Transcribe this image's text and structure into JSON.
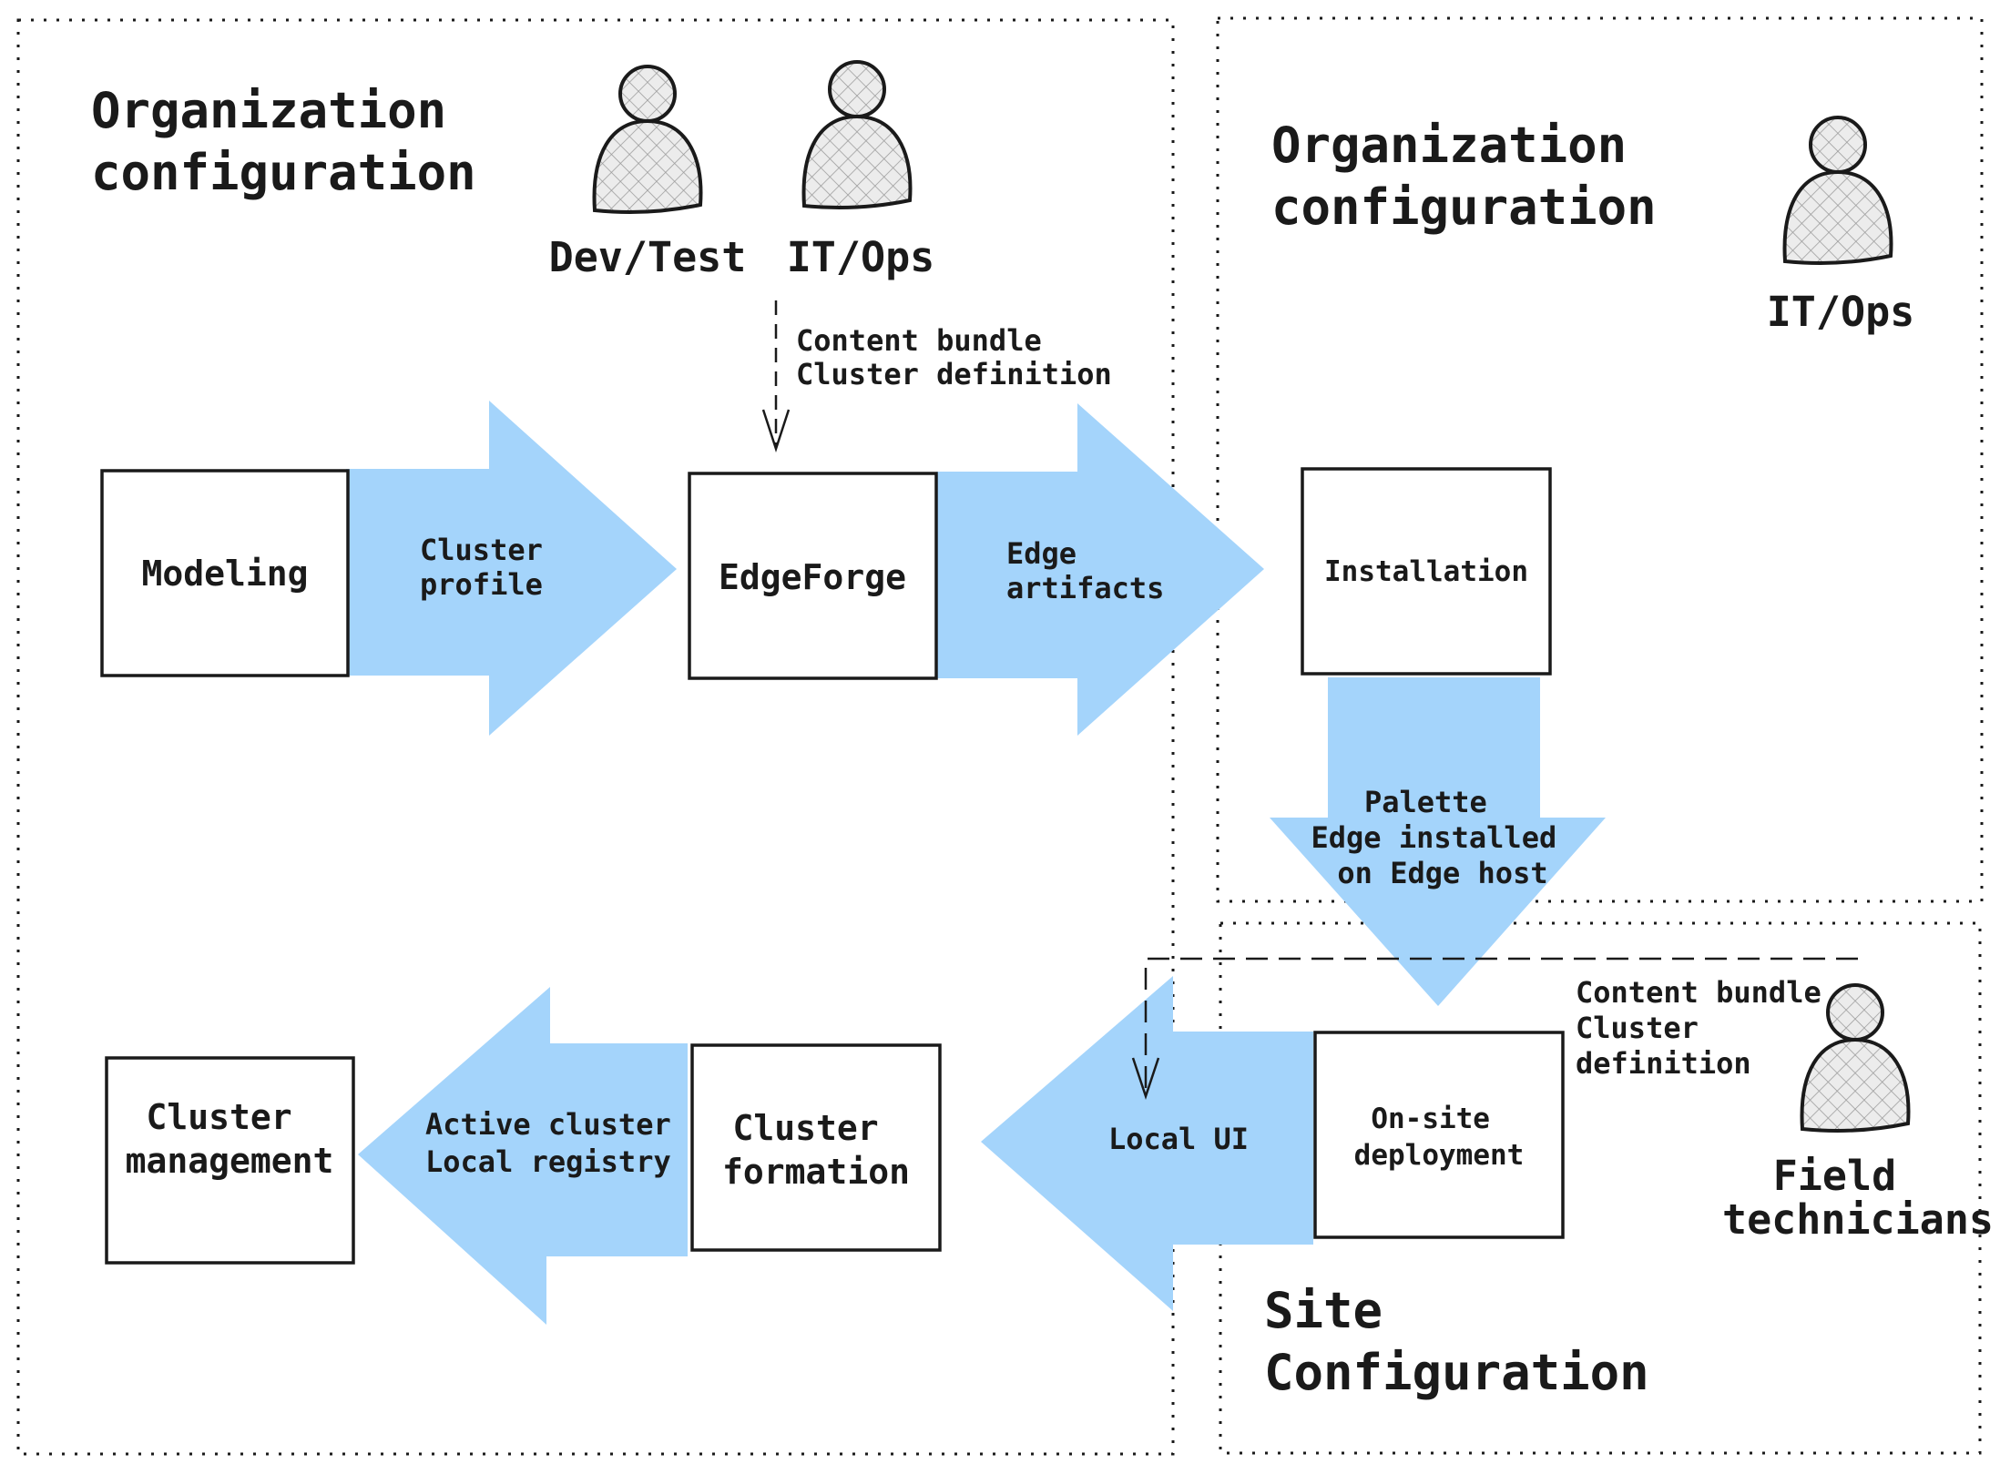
{
  "panels": {
    "left_title": [
      "Organization",
      "configuration"
    ],
    "right_top_title": [
      "Organization",
      "configuration"
    ],
    "site_title": [
      "Site",
      "Configuration"
    ]
  },
  "roles": {
    "dev_test": "Dev/Test",
    "it_ops_left": "IT/Ops",
    "it_ops_right": "IT/Ops",
    "field_technicians": [
      "Field",
      "technicians"
    ]
  },
  "boxes": {
    "modeling": "Modeling",
    "edgeforge": "EdgeForge",
    "installation": "Installation",
    "on_site_deployment": [
      "On-site",
      "deployment"
    ],
    "cluster_formation": [
      "Cluster",
      "formation"
    ],
    "cluster_management": [
      "Cluster",
      "management"
    ]
  },
  "arrows": {
    "cluster_profile": [
      "Cluster",
      "profile"
    ],
    "edge_artifacts": [
      "Edge",
      "artifacts"
    ],
    "palette_edge": [
      "Palette",
      "Edge installed",
      "on Edge host"
    ],
    "local_ui": "Local UI",
    "active_cluster": [
      "Active cluster",
      "Local registry"
    ]
  },
  "notes": {
    "content_top": [
      "Content bundle",
      "Cluster definition"
    ],
    "content_site": [
      "Content bundle",
      "Cluster",
      "definition"
    ]
  },
  "colors": {
    "arrow_fill": "#a4d4fb",
    "outline": "#1a1a1a",
    "person_fill": "#e6e6e6"
  }
}
